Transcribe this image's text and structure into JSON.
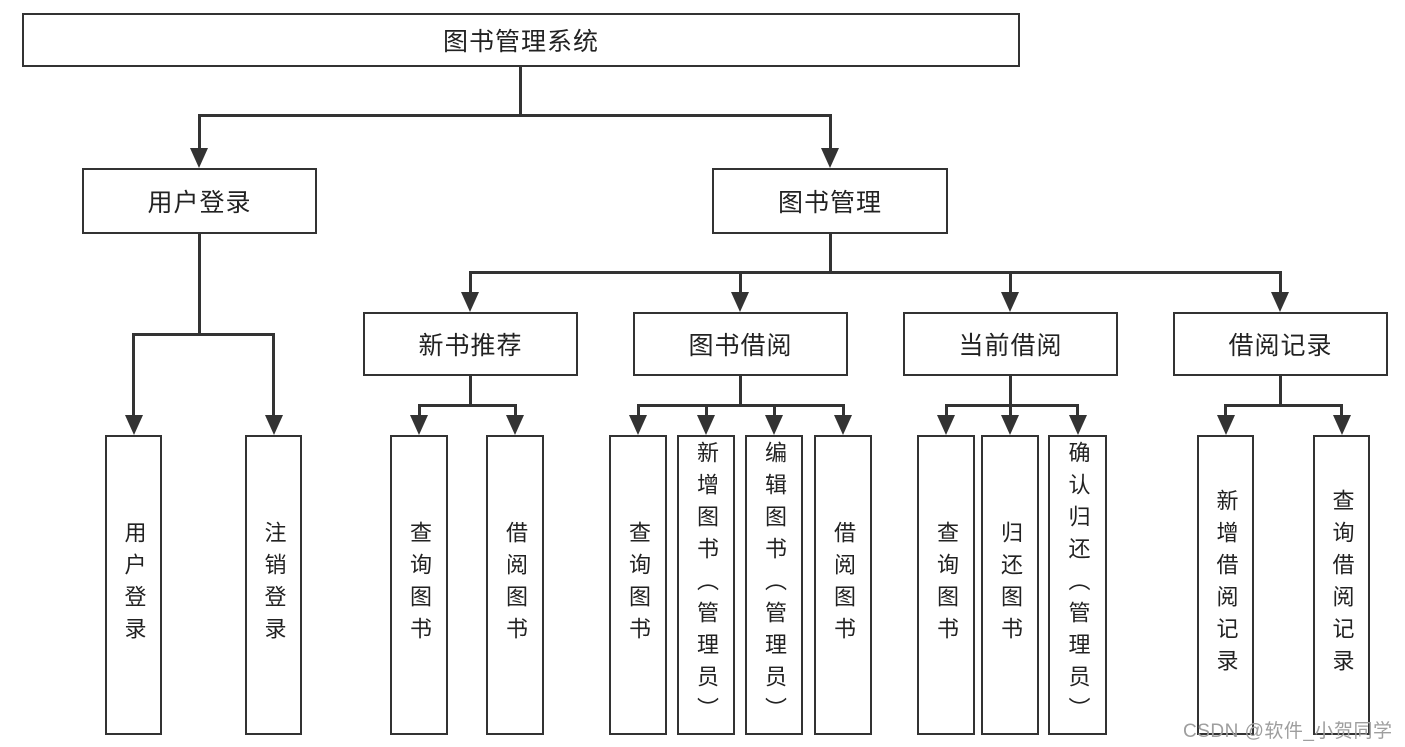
{
  "diagram": {
    "title": "图书管理系统",
    "watermark": "CSDN @软件_小贺同学",
    "colors": {
      "line": "#333333",
      "text": "#222222",
      "watermark": "#9e9e9e",
      "background": "#ffffff"
    },
    "nodes": {
      "root": {
        "label": "图书管理系统"
      },
      "user_login": {
        "label": "用户登录"
      },
      "book_mgmt": {
        "label": "图书管理"
      },
      "new_book_rec": {
        "label": "新书推荐"
      },
      "book_borrow": {
        "label": "图书借阅"
      },
      "current_borrow": {
        "label": "当前借阅"
      },
      "borrow_record": {
        "label": "借阅记录"
      },
      "l_user_login": {
        "label": "用户登录"
      },
      "l_logout": {
        "label": "注销登录"
      },
      "l_query_book_a": {
        "label": "查询图书"
      },
      "l_borrow_book_a": {
        "label": "借阅图书"
      },
      "l_query_book_b": {
        "label": "查询图书"
      },
      "l_add_book": {
        "label": "新增图书（管理员）"
      },
      "l_edit_book": {
        "label": "编辑图书（管理员）"
      },
      "l_borrow_book_b": {
        "label": "借阅图书"
      },
      "l_query_book_c": {
        "label": "查询图书"
      },
      "l_return_book": {
        "label": "归还图书"
      },
      "l_confirm_return": {
        "label": "确认归还（管理员）"
      },
      "l_add_record": {
        "label": "新增借阅记录"
      },
      "l_query_record": {
        "label": "查询借阅记录"
      }
    },
    "edges": [
      [
        "root",
        "user_login"
      ],
      [
        "root",
        "book_mgmt"
      ],
      [
        "user_login",
        "l_user_login"
      ],
      [
        "user_login",
        "l_logout"
      ],
      [
        "book_mgmt",
        "new_book_rec"
      ],
      [
        "book_mgmt",
        "book_borrow"
      ],
      [
        "book_mgmt",
        "current_borrow"
      ],
      [
        "book_mgmt",
        "borrow_record"
      ],
      [
        "new_book_rec",
        "l_query_book_a"
      ],
      [
        "new_book_rec",
        "l_borrow_book_a"
      ],
      [
        "book_borrow",
        "l_query_book_b"
      ],
      [
        "book_borrow",
        "l_add_book"
      ],
      [
        "book_borrow",
        "l_edit_book"
      ],
      [
        "book_borrow",
        "l_borrow_book_b"
      ],
      [
        "current_borrow",
        "l_query_book_c"
      ],
      [
        "current_borrow",
        "l_return_book"
      ],
      [
        "current_borrow",
        "l_confirm_return"
      ],
      [
        "borrow_record",
        "l_add_record"
      ],
      [
        "borrow_record",
        "l_query_record"
      ]
    ]
  }
}
